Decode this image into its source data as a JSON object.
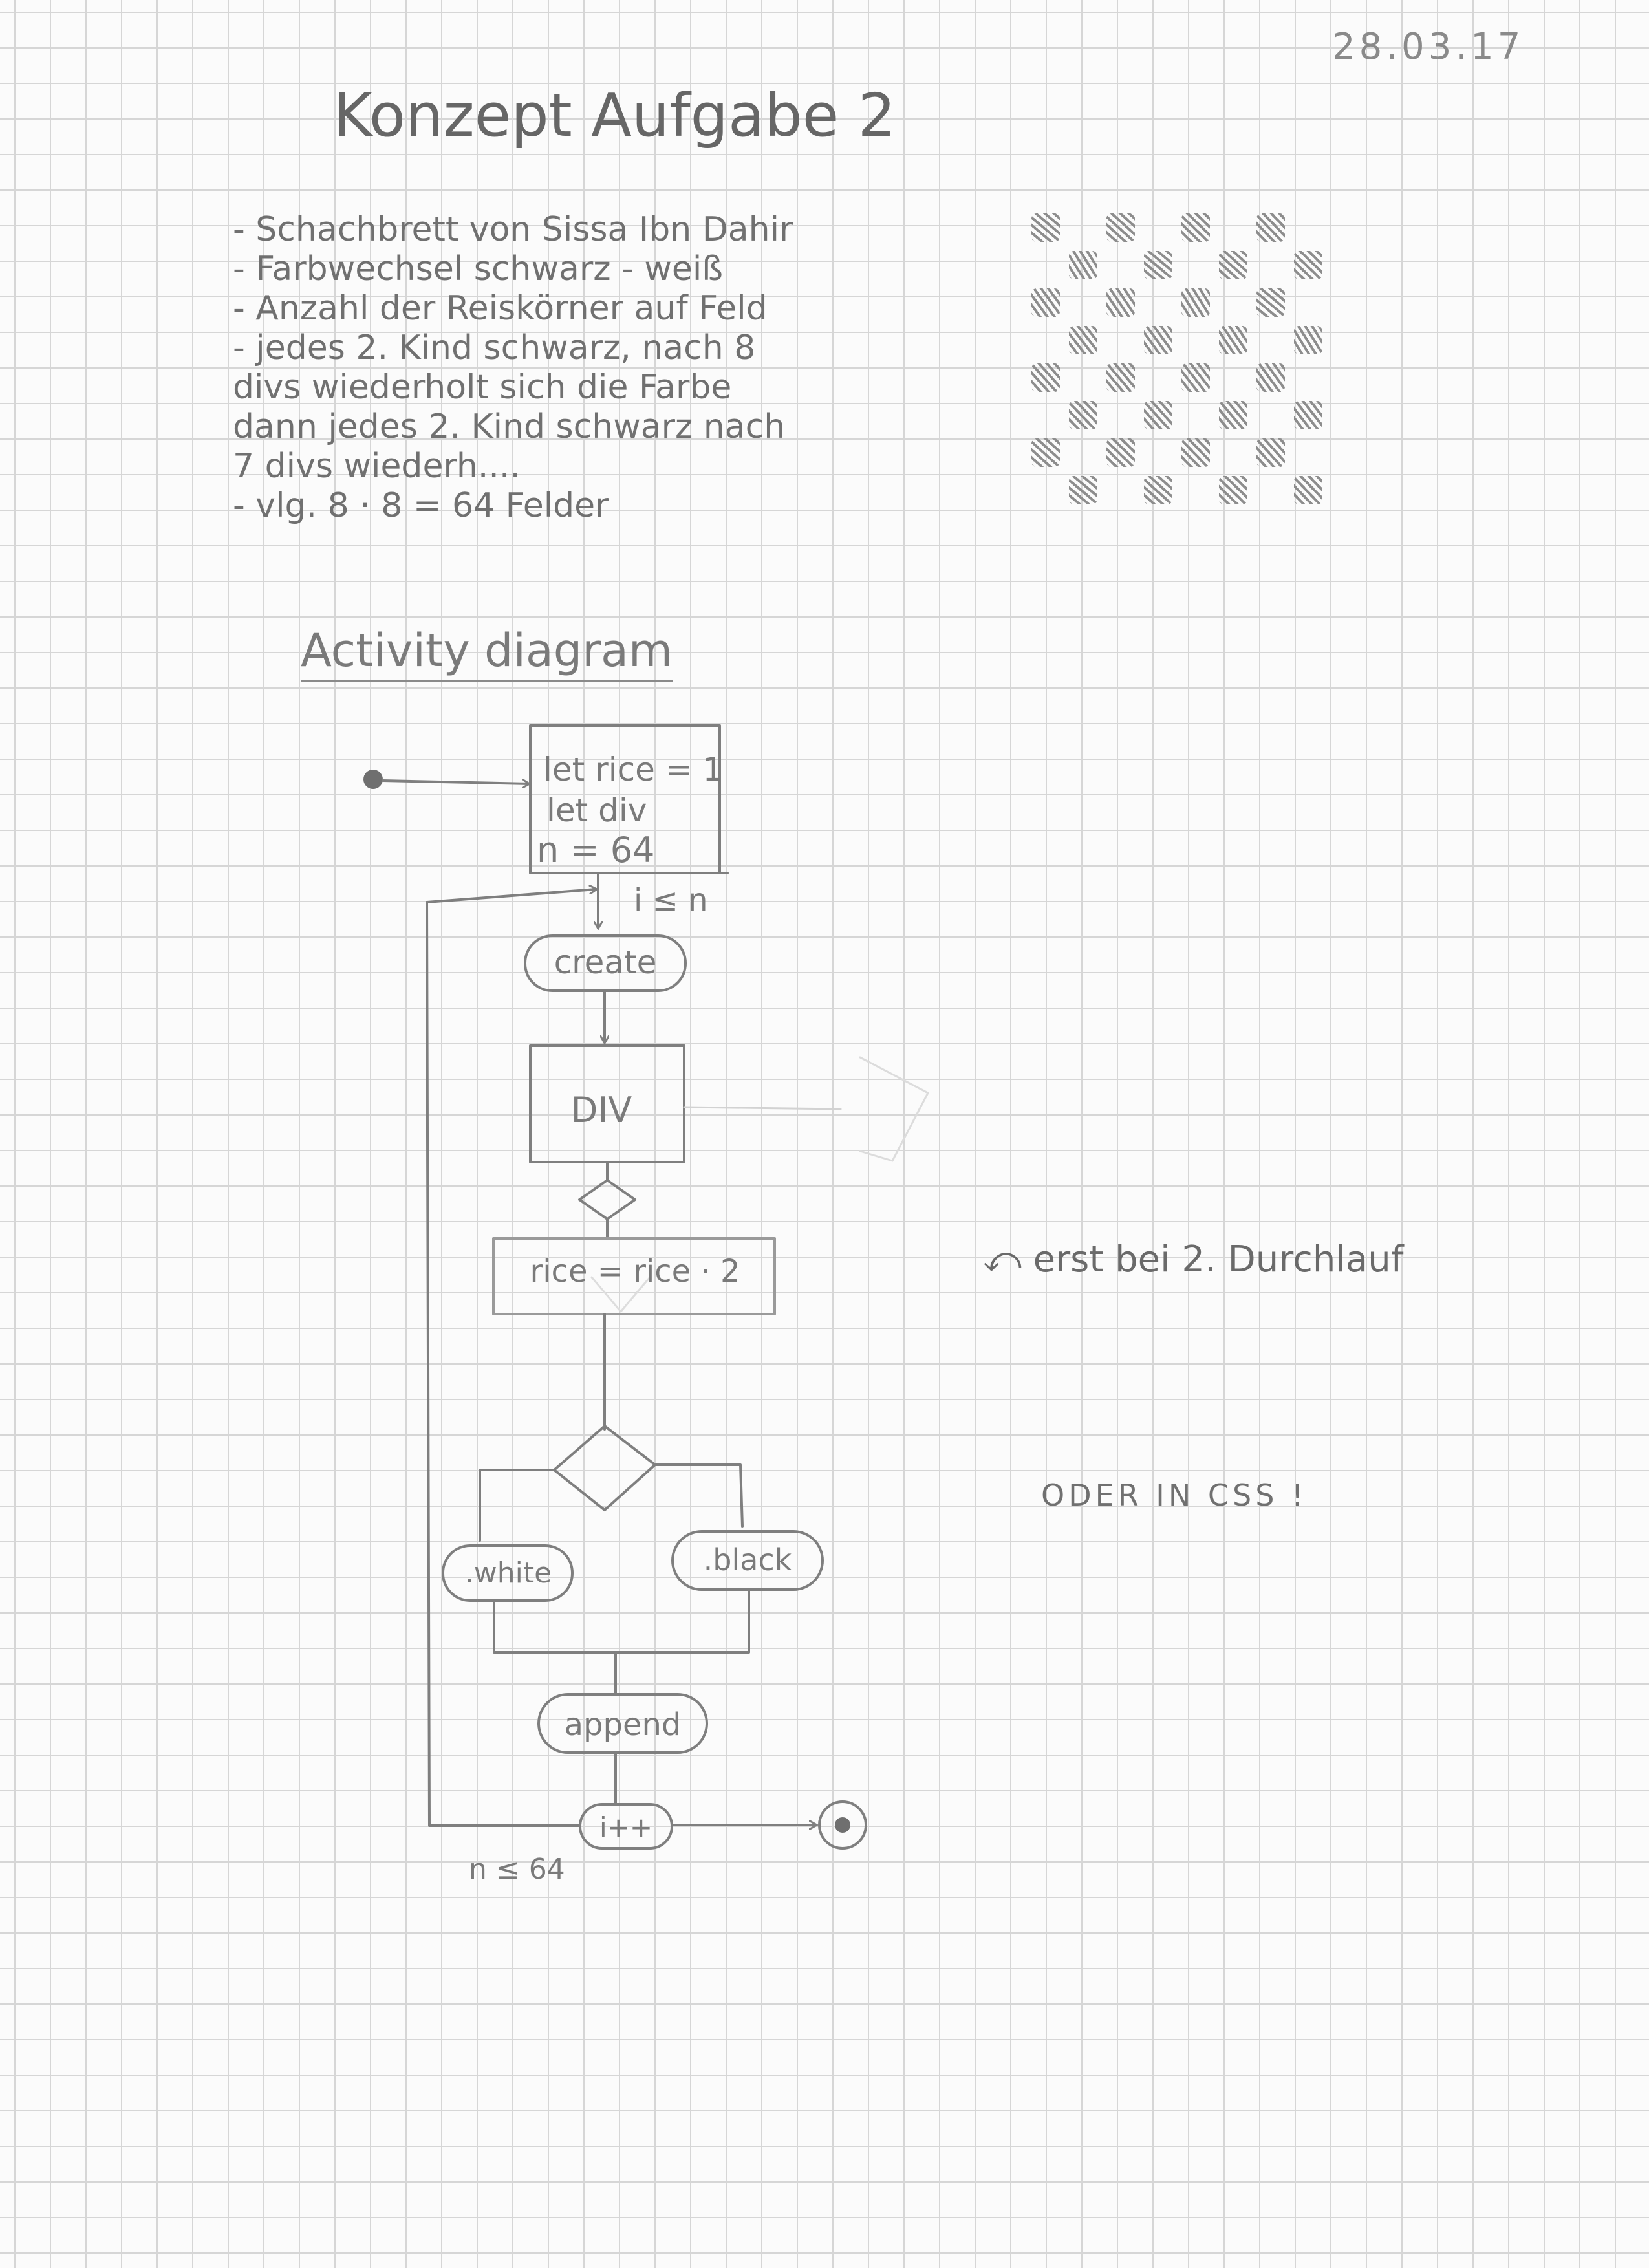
{
  "date": "28.03.17",
  "title": "Konzept Aufgabe 2",
  "bullets": [
    "- Schachbrett von Sissa Ibn Dahir",
    "- Farbwechsel schwarz - weiß",
    "- Anzahl der Reiskörner auf Feld",
    "- jedes 2. Kind schwarz, nach 8",
    "  divs wiederholt sich die Farbe",
    "  dann jedes 2. Kind schwarz nach",
    "  7 divs wiederh....",
    "- vlg. 8 · 8 = 64 Felder"
  ],
  "heading": "Activity diagram",
  "diagram": {
    "init_lines": [
      "let rice = 1",
      "let div",
      "n = 64"
    ],
    "loop_condition": "i ≤ n",
    "create_label": "create",
    "div_label": "DIV",
    "rice_label": "rice = rice · 2",
    "white_label": ".white",
    "black_label": ".black",
    "append_label": "append",
    "increment_label": "i++",
    "exit_condition": "n ≤ 64"
  },
  "annotation": "⤺ erst bei 2. Durchlauf",
  "css_note": "ODER IN CSS !",
  "checkerboard": {
    "rows": 8,
    "cols": 8,
    "shaded_color": "#8d8d8d"
  }
}
